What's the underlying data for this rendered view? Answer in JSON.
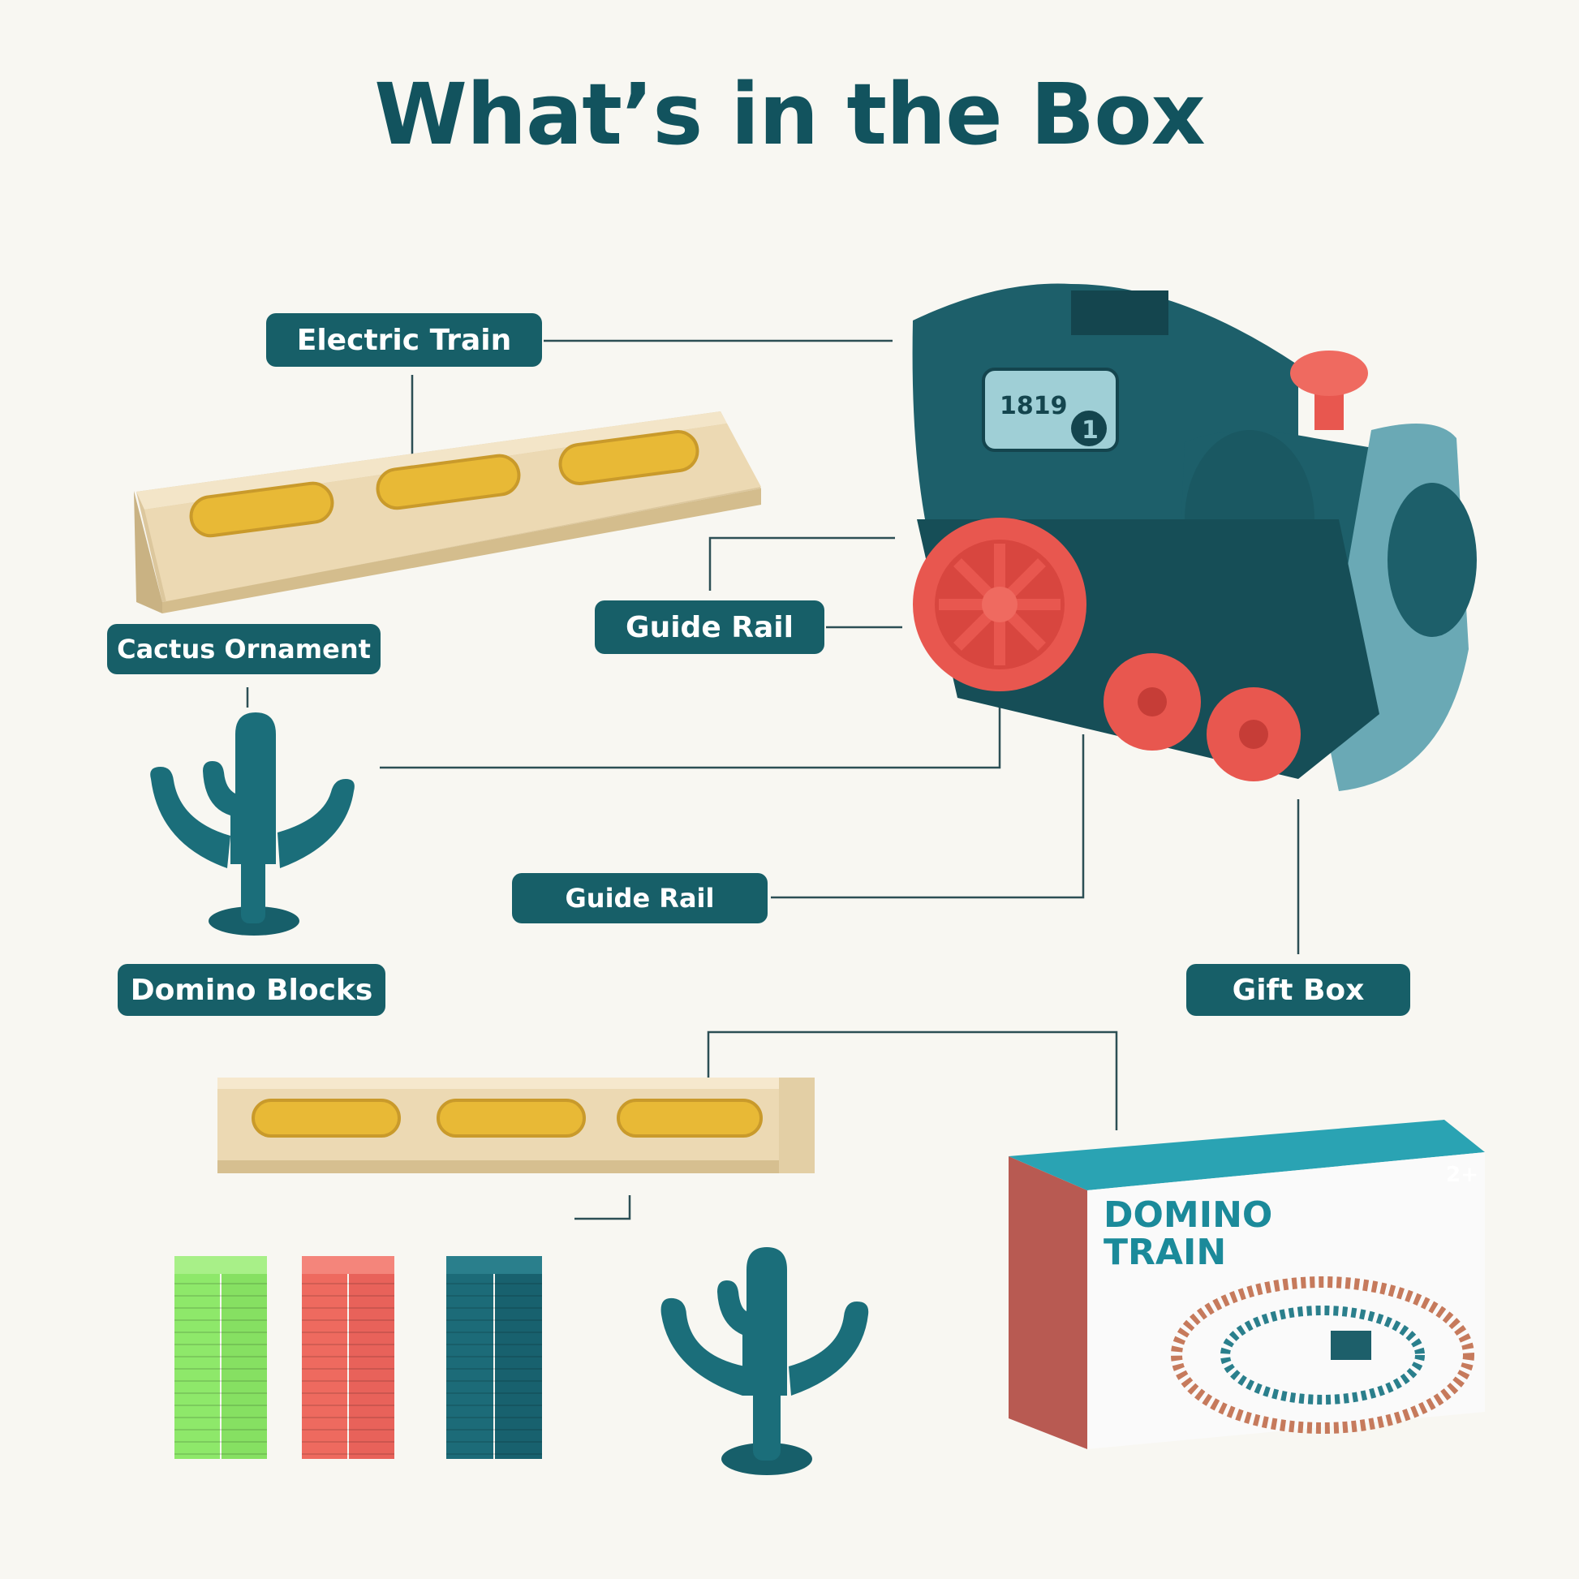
{
  "page": {
    "title": "What’s in the Box"
  },
  "labels": {
    "electric_train": "Electric Train",
    "guide_rail_upper": "Guide Rail",
    "cactus_ornament": "Cactus Ornament",
    "guide_rail_lower": "Guide Rail",
    "domino_blocks": "Domino Blocks",
    "gift_box": "Gift Box"
  },
  "train": {
    "number_plate": "1819",
    "plate_circle": "1"
  },
  "gift_box": {
    "title_line1": "DOMINO",
    "title_line2": "TRAIN",
    "age": "2+"
  },
  "colors": {
    "accent": "#175f68",
    "title": "#12535e",
    "train_body": "#1d5f6a",
    "train_nose": "#6aa9b5",
    "wheel": "#e8574f",
    "wood": "#eedcb9",
    "rail_slot": "#e7b93c",
    "cactus": "#1b6e7a",
    "domino_green": "#8ee86a",
    "domino_red": "#ee6a5f",
    "domino_teal": "#1c6b78"
  }
}
